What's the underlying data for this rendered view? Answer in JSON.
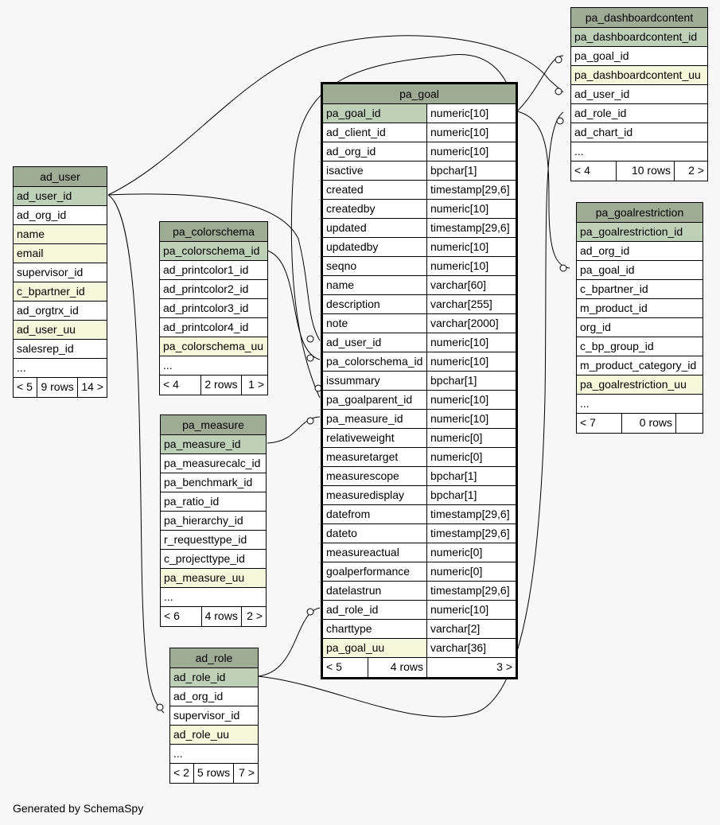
{
  "credit": "Generated by SchemaSpy",
  "tables": {
    "pa_goal": {
      "title": "pa_goal",
      "rows": [
        {
          "name": "pa_goal_id",
          "type": "numeric[10]",
          "kind": "pk"
        },
        {
          "name": "ad_client_id",
          "type": "numeric[10]"
        },
        {
          "name": "ad_org_id",
          "type": "numeric[10]"
        },
        {
          "name": "isactive",
          "type": "bpchar[1]"
        },
        {
          "name": "created",
          "type": "timestamp[29,6]"
        },
        {
          "name": "createdby",
          "type": "numeric[10]"
        },
        {
          "name": "updated",
          "type": "timestamp[29,6]"
        },
        {
          "name": "updatedby",
          "type": "numeric[10]"
        },
        {
          "name": "seqno",
          "type": "numeric[10]"
        },
        {
          "name": "name",
          "type": "varchar[60]"
        },
        {
          "name": "description",
          "type": "varchar[255]"
        },
        {
          "name": "note",
          "type": "varchar[2000]"
        },
        {
          "name": "ad_user_id",
          "type": "numeric[10]"
        },
        {
          "name": "pa_colorschema_id",
          "type": "numeric[10]"
        },
        {
          "name": "issummary",
          "type": "bpchar[1]"
        },
        {
          "name": "pa_goalparent_id",
          "type": "numeric[10]"
        },
        {
          "name": "pa_measure_id",
          "type": "numeric[10]"
        },
        {
          "name": "relativeweight",
          "type": "numeric[0]"
        },
        {
          "name": "measuretarget",
          "type": "numeric[0]"
        },
        {
          "name": "measurescope",
          "type": "bpchar[1]"
        },
        {
          "name": "measuredisplay",
          "type": "bpchar[1]"
        },
        {
          "name": "datefrom",
          "type": "timestamp[29,6]"
        },
        {
          "name": "dateto",
          "type": "timestamp[29,6]"
        },
        {
          "name": "measureactual",
          "type": "numeric[0]"
        },
        {
          "name": "goalperformance",
          "type": "numeric[0]"
        },
        {
          "name": "datelastrun",
          "type": "timestamp[29,6]"
        },
        {
          "name": "ad_role_id",
          "type": "numeric[10]"
        },
        {
          "name": "charttype",
          "type": "varchar[2]"
        },
        {
          "name": "pa_goal_uu",
          "type": "varchar[36]",
          "kind": "uk"
        }
      ],
      "footer": [
        "< 5",
        "4 rows",
        "3 >"
      ]
    },
    "ad_user": {
      "title": "ad_user",
      "rows": [
        {
          "name": "ad_user_id",
          "kind": "pk"
        },
        {
          "name": "ad_org_id"
        },
        {
          "name": "name",
          "kind": "uk"
        },
        {
          "name": "email",
          "kind": "uk"
        },
        {
          "name": "supervisor_id"
        },
        {
          "name": "c_bpartner_id",
          "kind": "uk"
        },
        {
          "name": "ad_orgtrx_id"
        },
        {
          "name": "ad_user_uu",
          "kind": "uk"
        },
        {
          "name": "salesrep_id"
        },
        {
          "name": "..."
        }
      ],
      "footer": [
        "< 5",
        "9 rows",
        "14 >"
      ]
    },
    "pa_colorschema": {
      "title": "pa_colorschema",
      "rows": [
        {
          "name": "pa_colorschema_id",
          "kind": "pk"
        },
        {
          "name": "ad_printcolor1_id"
        },
        {
          "name": "ad_printcolor2_id"
        },
        {
          "name": "ad_printcolor3_id"
        },
        {
          "name": "ad_printcolor4_id"
        },
        {
          "name": "pa_colorschema_uu",
          "kind": "uk"
        },
        {
          "name": "..."
        }
      ],
      "footer": [
        "< 4",
        "2 rows",
        "1 >"
      ]
    },
    "pa_measure": {
      "title": "pa_measure",
      "rows": [
        {
          "name": "pa_measure_id",
          "kind": "pk"
        },
        {
          "name": "pa_measurecalc_id"
        },
        {
          "name": "pa_benchmark_id"
        },
        {
          "name": "pa_ratio_id"
        },
        {
          "name": "pa_hierarchy_id"
        },
        {
          "name": "r_requesttype_id"
        },
        {
          "name": "c_projecttype_id"
        },
        {
          "name": "pa_measure_uu",
          "kind": "uk"
        },
        {
          "name": "..."
        }
      ],
      "footer": [
        "< 6",
        "4 rows",
        "2 >"
      ]
    },
    "ad_role": {
      "title": "ad_role",
      "rows": [
        {
          "name": "ad_role_id",
          "kind": "pk"
        },
        {
          "name": "ad_org_id"
        },
        {
          "name": "supervisor_id"
        },
        {
          "name": "ad_role_uu",
          "kind": "uk"
        },
        {
          "name": "..."
        }
      ],
      "footer": [
        "< 2",
        "5 rows",
        "7 >"
      ]
    },
    "pa_dashboardcontent": {
      "title": "pa_dashboardcontent",
      "rows": [
        {
          "name": "pa_dashboardcontent_id",
          "kind": "pk"
        },
        {
          "name": "pa_goal_id"
        },
        {
          "name": "pa_dashboardcontent_uu",
          "kind": "uk"
        },
        {
          "name": "ad_user_id"
        },
        {
          "name": "ad_role_id"
        },
        {
          "name": "ad_chart_id"
        },
        {
          "name": "..."
        }
      ],
      "footer": [
        "< 4",
        "10 rows",
        "2 >"
      ]
    },
    "pa_goalrestriction": {
      "title": "pa_goalrestriction",
      "rows": [
        {
          "name": "pa_goalrestriction_id",
          "kind": "pk"
        },
        {
          "name": "ad_org_id"
        },
        {
          "name": "pa_goal_id"
        },
        {
          "name": "c_bpartner_id"
        },
        {
          "name": "m_product_id"
        },
        {
          "name": "org_id"
        },
        {
          "name": "c_bp_group_id"
        },
        {
          "name": "m_product_category_id"
        },
        {
          "name": "pa_goalrestriction_uu",
          "kind": "uk"
        },
        {
          "name": "..."
        }
      ],
      "footer": [
        "< 7",
        "0 rows",
        ""
      ]
    }
  }
}
